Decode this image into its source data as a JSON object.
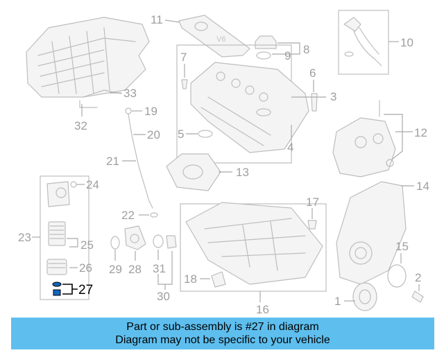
{
  "callouts": [
    {
      "id": "1",
      "label": "1"
    },
    {
      "id": "2",
      "label": "2"
    },
    {
      "id": "3",
      "label": "3"
    },
    {
      "id": "4",
      "label": "4"
    },
    {
      "id": "5",
      "label": "5"
    },
    {
      "id": "6",
      "label": "6"
    },
    {
      "id": "7",
      "label": "7"
    },
    {
      "id": "8",
      "label": "8"
    },
    {
      "id": "9",
      "label": "9"
    },
    {
      "id": "10",
      "label": "10"
    },
    {
      "id": "11",
      "label": "11"
    },
    {
      "id": "12",
      "label": "12"
    },
    {
      "id": "13",
      "label": "13"
    },
    {
      "id": "14",
      "label": "14"
    },
    {
      "id": "15",
      "label": "15"
    },
    {
      "id": "16",
      "label": "16"
    },
    {
      "id": "17",
      "label": "17"
    },
    {
      "id": "18",
      "label": "18"
    },
    {
      "id": "19",
      "label": "19"
    },
    {
      "id": "20",
      "label": "20"
    },
    {
      "id": "21",
      "label": "21"
    },
    {
      "id": "22",
      "label": "22"
    },
    {
      "id": "23",
      "label": "23"
    },
    {
      "id": "24",
      "label": "24"
    },
    {
      "id": "25",
      "label": "25"
    },
    {
      "id": "26",
      "label": "26"
    },
    {
      "id": "27",
      "label": "27"
    },
    {
      "id": "28",
      "label": "28"
    },
    {
      "id": "29",
      "label": "29"
    },
    {
      "id": "30",
      "label": "30"
    },
    {
      "id": "31",
      "label": "31"
    },
    {
      "id": "32",
      "label": "32"
    },
    {
      "id": "33",
      "label": "33"
    }
  ],
  "highlighted_part": "27",
  "banner": {
    "line1": "Part or sub-assembly is #27 in diagram",
    "line2": "Diagram may not be specific to your vehicle",
    "color": "#5ebfef"
  },
  "colors": {
    "part_stroke": "#bdbdbd",
    "callout_text": "#9e9e9e",
    "highlight": "#000000",
    "highlight_part_fill": "#1565c0"
  }
}
